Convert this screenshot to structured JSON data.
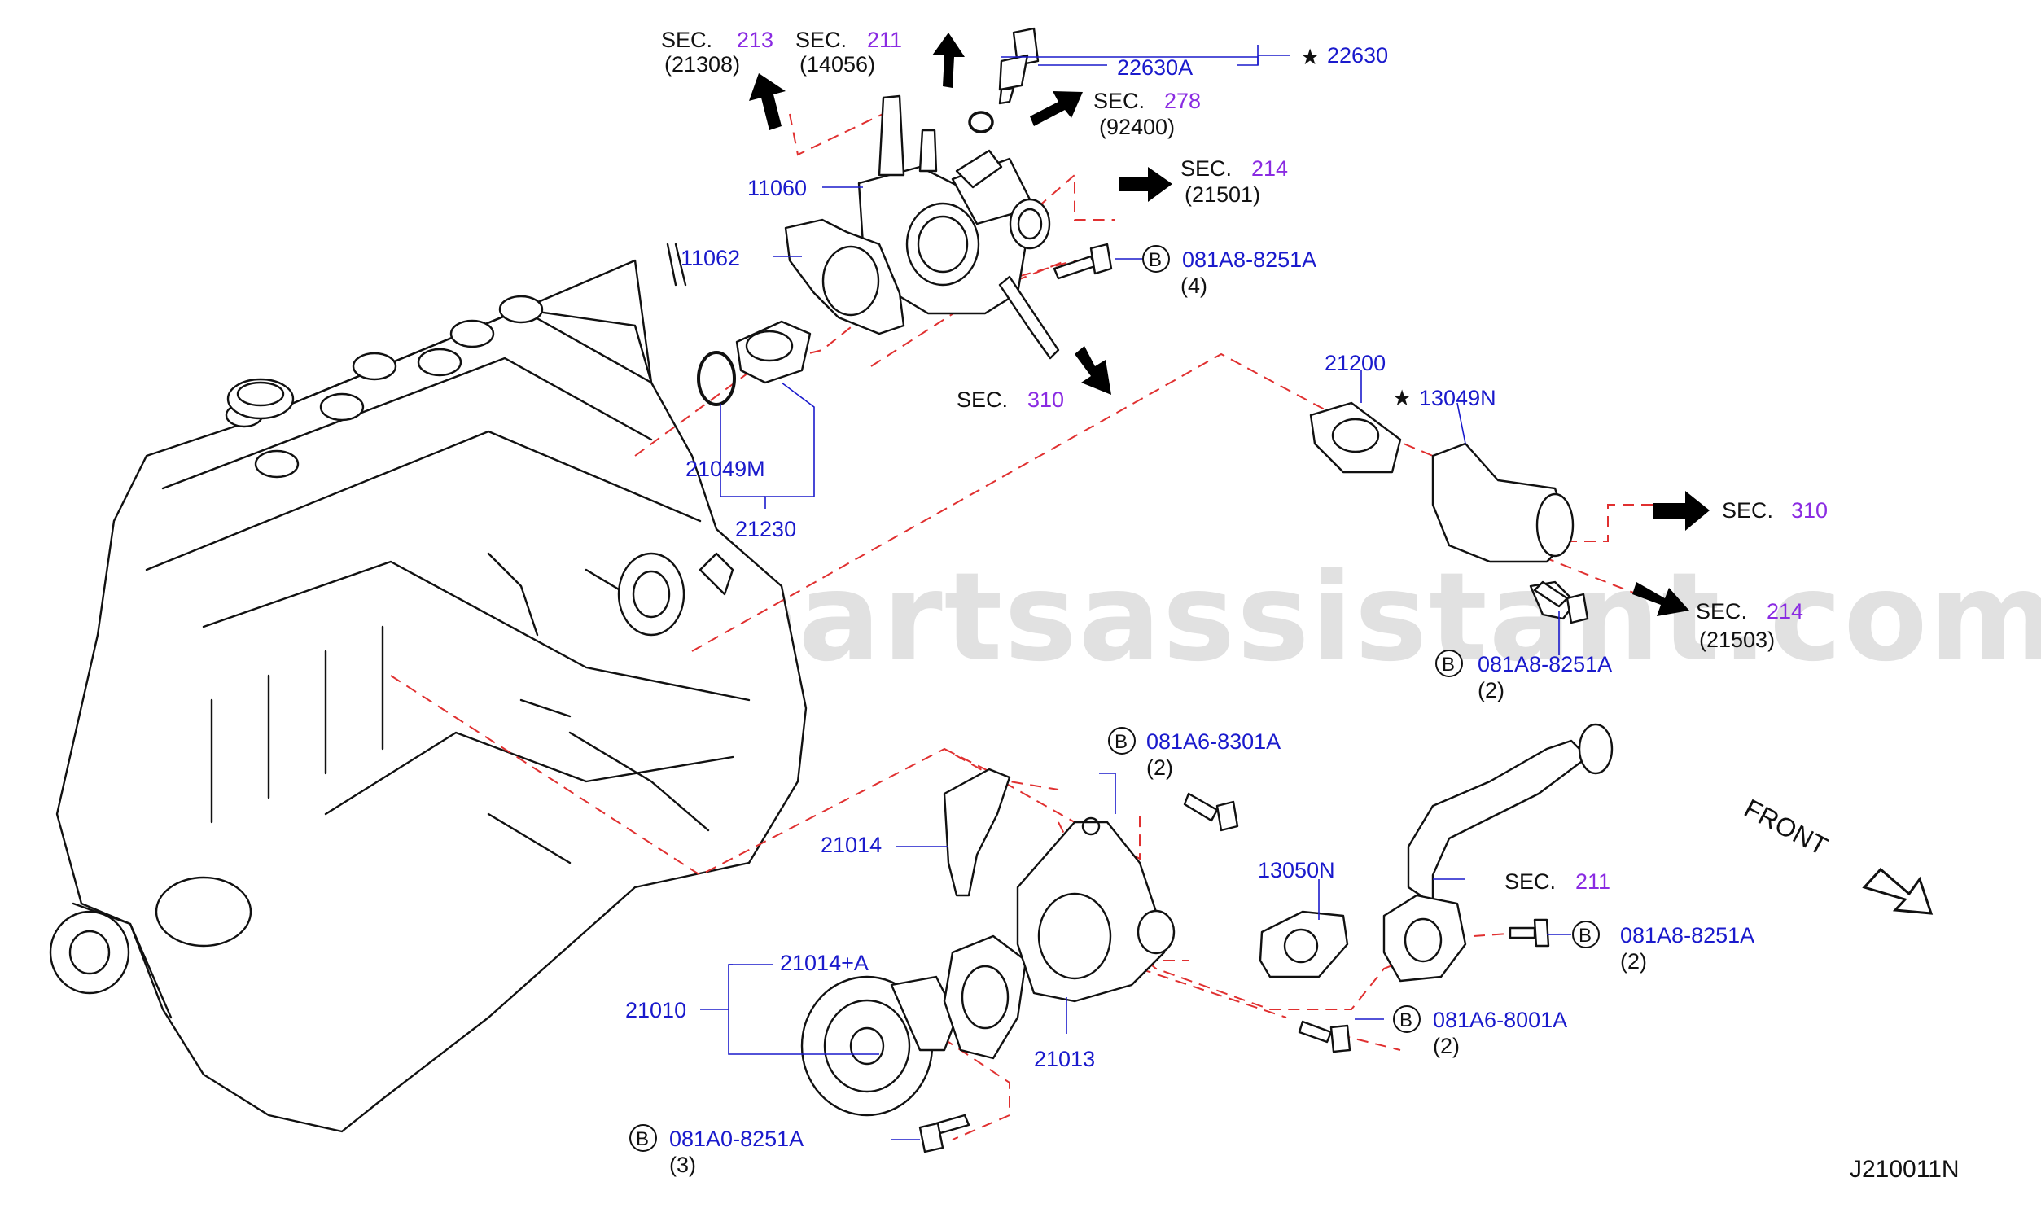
{
  "diagram_id": "J210011N",
  "watermark": "www.partsassistant.com",
  "front_label": "FRONT",
  "star": "★",
  "bolt_mark": "B",
  "sec_labels": [
    {
      "id": "sec-213",
      "prefix": "SEC.",
      "num": "213",
      "sub": "(21308)"
    },
    {
      "id": "sec-211-top",
      "prefix": "SEC.",
      "num": "211",
      "sub": "(14056)"
    },
    {
      "id": "sec-278",
      "prefix": "SEC.",
      "num": "278",
      "sub": "(92400)"
    },
    {
      "id": "sec-214-top",
      "prefix": "SEC.",
      "num": "214",
      "sub": "(21501)"
    },
    {
      "id": "sec-310-mid",
      "prefix": "SEC.",
      "num": "310",
      "sub": ""
    },
    {
      "id": "sec-310-right",
      "prefix": "SEC.",
      "num": "310",
      "sub": ""
    },
    {
      "id": "sec-214-right",
      "prefix": "SEC.",
      "num": "214",
      "sub": "(21503)"
    },
    {
      "id": "sec-211-bottom",
      "prefix": "SEC.",
      "num": "211",
      "sub": ""
    }
  ],
  "part_numbers": {
    "p22630": "22630",
    "p22630a": "22630A",
    "p11060": "11060",
    "p11062": "11062",
    "p21049m": "21049M",
    "p21230": "21230",
    "p21200": "21200",
    "p13049n": "13049N",
    "p21014": "21014",
    "p13050n": "13050N",
    "p21014a": "21014+A",
    "p21010": "21010",
    "p21013": "21013"
  },
  "bolts": [
    {
      "id": "bolt-1",
      "code": "081A8-8251A",
      "qty": "(4)"
    },
    {
      "id": "bolt-2",
      "code": "081A8-8251A",
      "qty": "(2)"
    },
    {
      "id": "bolt-3",
      "code": "081A6-8301A",
      "qty": "(2)"
    },
    {
      "id": "bolt-4",
      "code": "081A8-8251A",
      "qty": "(2)"
    },
    {
      "id": "bolt-5",
      "code": "081A6-8001A",
      "qty": "(2)"
    },
    {
      "id": "bolt-6",
      "code": "081A0-8251A",
      "qty": "(3)"
    }
  ],
  "colors": {
    "part_number": "#1a1acc",
    "section_number": "#8a2be2",
    "leader_dashed": "#e03030",
    "line_art": "#111111"
  }
}
